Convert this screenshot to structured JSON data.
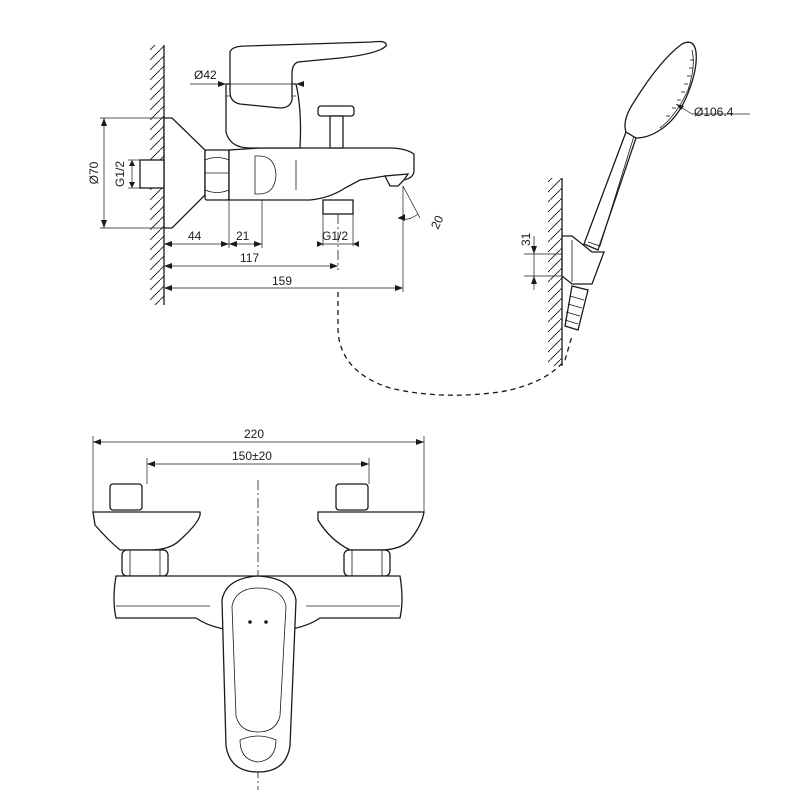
{
  "side_view": {
    "dim_handle_diameter": "Ø42",
    "dim_flange_diameter": "Ø70",
    "dim_inlet_thread": "G1/2",
    "dim_outlet_thread": "G1/2",
    "dim_44": "44",
    "dim_21": "21",
    "dim_117": "117",
    "dim_159": "159",
    "dim_spout_angle": "20"
  },
  "hand_shower": {
    "dim_head_diameter": "Ø106.4",
    "dim_holder": "31"
  },
  "front_view": {
    "dim_overall_width": "220",
    "dim_center_distance": "150±20"
  }
}
